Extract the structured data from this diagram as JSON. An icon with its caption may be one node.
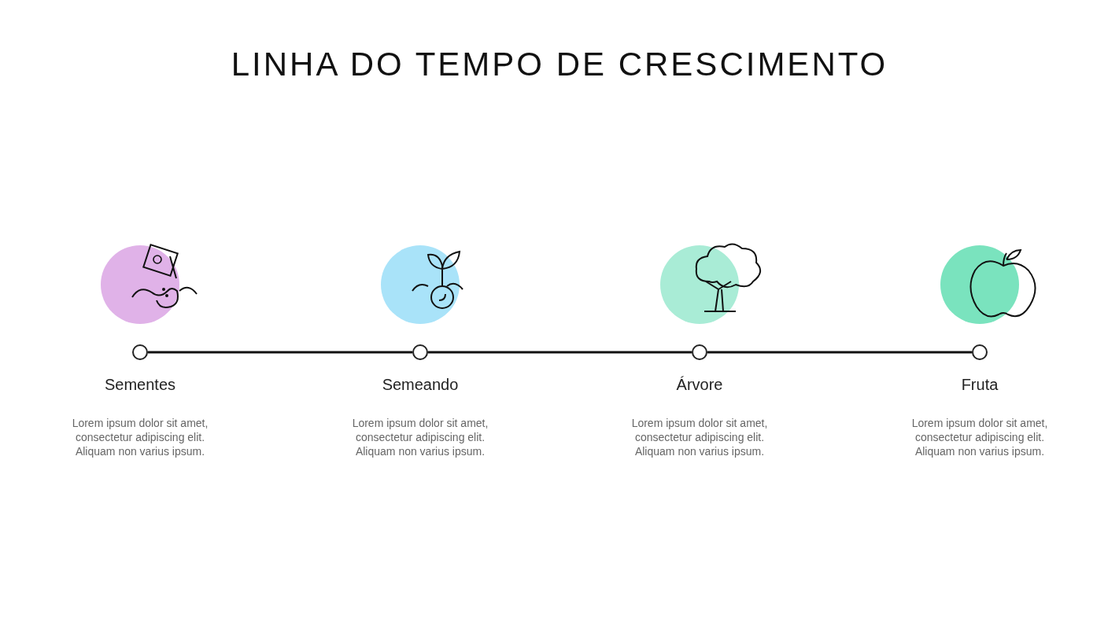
{
  "diagram": {
    "title": "LINHA DO TEMPO DE CRESCIMENTO",
    "nodes": [
      {
        "text": [],
        "shape": "circle",
        "beside": [
          "Sementes",
          "Lorem ipsum dolor sit amet, consectetur adipiscing elit. Aliquam non varius ipsum."
        ]
      },
      {
        "text": [],
        "shape": "circle",
        "beside": [
          "Semeando",
          "Lorem ipsum dolor sit amet, consectetur adipiscing elit. Aliquam non varius ipsum."
        ]
      },
      {
        "text": [],
        "shape": "circle",
        "beside": [
          "Árvore",
          "Lorem ipsum dolor sit amet, consectetur adipiscing elit. Aliquam non varius ipsum."
        ]
      },
      {
        "text": [],
        "shape": "circle",
        "beside": [
          "Fruta",
          "Lorem ipsum dolor sit amet, consectetur adipiscing elit. Aliquam non varius ipsum."
        ]
      }
    ],
    "edges": [
      {
        "from": 0,
        "to": 1,
        "arrow": "none"
      },
      {
        "from": 1,
        "to": 2,
        "arrow": "none"
      },
      {
        "from": 2,
        "to": 3,
        "arrow": "none"
      }
    ]
  }
}
